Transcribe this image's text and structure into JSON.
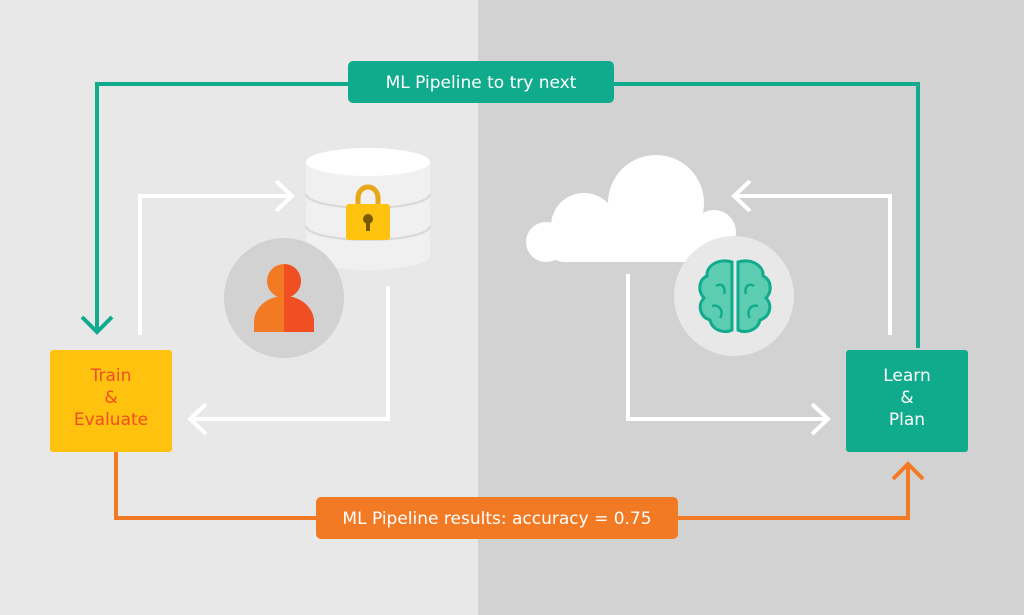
{
  "diagram": {
    "top_label": "ML Pipeline to try next",
    "bottom_label": "ML Pipeline results: accuracy = 0.75",
    "left_box": {
      "lines": [
        "Train",
        "&",
        "Evaluate"
      ]
    },
    "right_box": {
      "lines": [
        "Learn",
        "&",
        "Plan"
      ]
    }
  },
  "icons": {
    "database": "database-lock-icon",
    "user": "user-icon",
    "cloud": "cloud-icon",
    "brain": "brain-icon"
  },
  "colors": {
    "left_bg": "#e8e8e8",
    "right_bg": "#d2d2d2",
    "teal": "#10ab8c",
    "orange": "#f37a24",
    "yellow": "#ffc20e",
    "red_text": "#f04e23",
    "white": "#ffffff"
  }
}
